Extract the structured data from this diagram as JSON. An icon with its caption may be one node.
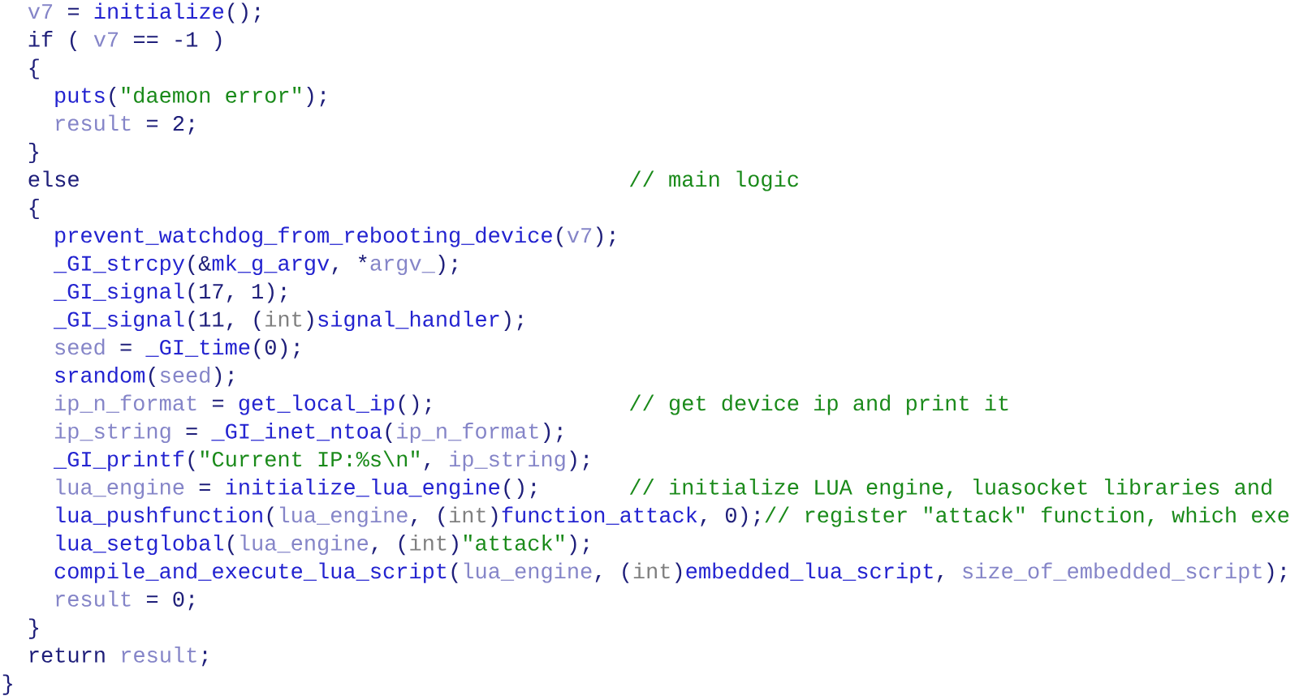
{
  "diagram": {
    "labels": [
      "v7 = initialize();",
      "if ( v7 == -1 )",
      "{",
      "puts(\"daemon error\");",
      "result = 2;",
      "}",
      "else",
      "// main logic",
      "{",
      "prevent_watchdog_from_rebooting_device(v7);",
      "_GI_strcpy(&mk_g_argv, *argv_);",
      "_GI_signal(17, 1);",
      "_GI_signal(11, (int)signal_handler);",
      "seed = _GI_time(0);",
      "srandom(seed);",
      "ip_n_format = get_local_ip();",
      "// get device ip and print it",
      "ip_string = _GI_inet_ntoa(ip_n_format);",
      "_GI_printf(\"Current IP:%s\\n\", ip_string);",
      "lua_engine = initialize_lua_engine();",
      "// initialize LUA engine, luasocket libraries and",
      "lua_pushfunction(lua_engine, (int)function_attack, 0);// register \"attack\" function, which exe",
      "lua_setglobal(lua_engine, (int)\"attack\");",
      "compile_and_execute_lua_script(lua_engine, (int)embedded_lua_script, size_of_embedded_script);",
      "result = 0;",
      "}",
      "return result;",
      "}"
    ]
  }
}
